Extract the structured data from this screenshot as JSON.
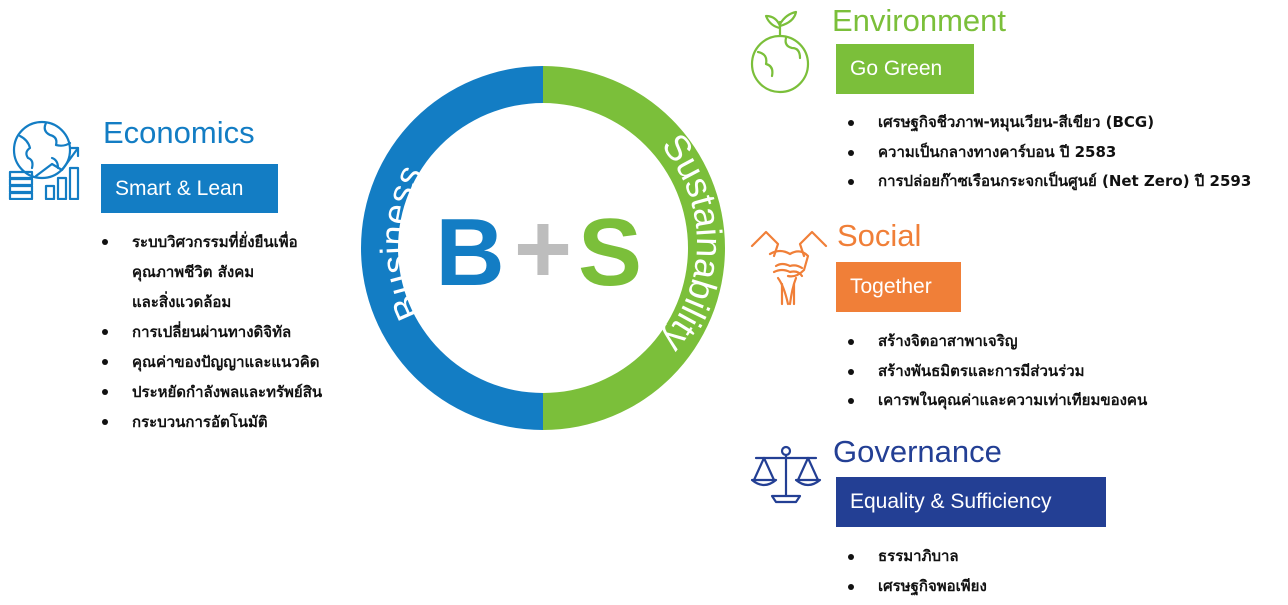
{
  "center": {
    "left_word": "Business",
    "right_word": "Sustainability",
    "letter_b": "B",
    "letter_plus": "+",
    "letter_s": "S",
    "colors": {
      "left": "#137dc4",
      "right": "#7bbf3a",
      "plus": "#bdbdbd"
    }
  },
  "economics": {
    "title": "Economics",
    "tag": "Smart & Lean",
    "icon": "globe-coins-growth-icon",
    "color": "#137dc4",
    "bullets": [
      "ระบบวิศวกรรมที่ยั่งยืนเพื่อ\nคุณภาพชีวิต สังคม\nและสิ่งแวดล้อม",
      "การเปลี่ยนผ่านทางดิจิทัล",
      "คุณค่าของปัญญาและแนวคิด",
      "ประหยัดกำลังพลและทรัพย์สิน",
      "กระบวนการอัตโนมัติ"
    ]
  },
  "environment": {
    "title": "Environment",
    "tag": "Go Green",
    "icon": "globe-plant-icon",
    "color": "#7bbf3a",
    "bullets": [
      "เศรษฐกิจชีวภาพ-หมุนเวียน-สีเขียว (BCG)",
      "ความเป็นกลางทางคาร์บอน ปี 2583",
      "การปล่อยก๊าซเรือนกระจกเป็นศูนย์ (Net Zero) ปี 2593"
    ]
  },
  "social": {
    "title": "Social",
    "tag": "Together",
    "icon": "joined-hands-icon",
    "color": "#f07f38",
    "bullets": [
      "สร้างจิตอาสาพาเจริญ",
      "สร้างพันธมิตรและการมีส่วนร่วม",
      "เคารพในคุณค่าและความเท่าเทียมของคน"
    ]
  },
  "governance": {
    "title": "Governance",
    "tag": "Equality & Sufficiency",
    "icon": "balance-scale-icon",
    "color": "#233f94",
    "bullets": [
      "ธรรมาภิบาล",
      "เศรษฐกิจพอเพียง"
    ]
  }
}
